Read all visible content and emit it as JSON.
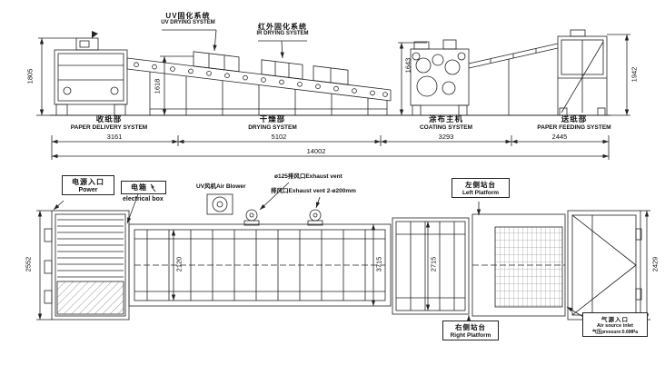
{
  "top_view": {
    "callout_uv": {
      "zh": "UV固化系统",
      "en": "UV DRYING SYSTEM"
    },
    "callout_ir": {
      "zh": "红外固化系统",
      "en": "IR DRYING SYSTEM"
    },
    "height_delivery": "1805",
    "height_dryer": "1618",
    "height_coater": "1643",
    "height_feeder": "1942",
    "sections": {
      "delivery": {
        "zh": "收纸部",
        "en": "PAPER DELIVERY SYSTEM",
        "width": "3161"
      },
      "drying": {
        "zh": "干燥部",
        "en": "DRYING SYSTEM",
        "width": "5102"
      },
      "coating": {
        "zh": "涂布主机",
        "en": "COATING SYSTEM",
        "width": "3293"
      },
      "feeding": {
        "zh": "送纸部",
        "en": "PAPER FEEDING SYSTEM",
        "width": "2445"
      }
    },
    "total_width": "14002"
  },
  "plan_view": {
    "power": {
      "zh": "电源入口",
      "en": "Power"
    },
    "electrical": {
      "zh": "电箱",
      "en": "electrical box"
    },
    "uv_blower": "UV风机Air Blower",
    "exhaust_125": "ø125排风口Exhaust vent",
    "exhaust_200": "排风口Exhaust vent 2-ø200mm",
    "left_platform": {
      "zh": "左侧站台",
      "en": "Left Platform"
    },
    "right_platform": {
      "zh": "右侧站台",
      "en": "Right Platform"
    },
    "air_inlet": {
      "zh": "气源入口",
      "en": "Air source inlet",
      "pressure": "气压pressure:0.6MPa"
    },
    "depth_left": "2552",
    "depth_right": "2429",
    "width_1": "2120",
    "width_2": "3715",
    "width_3": "2715"
  }
}
